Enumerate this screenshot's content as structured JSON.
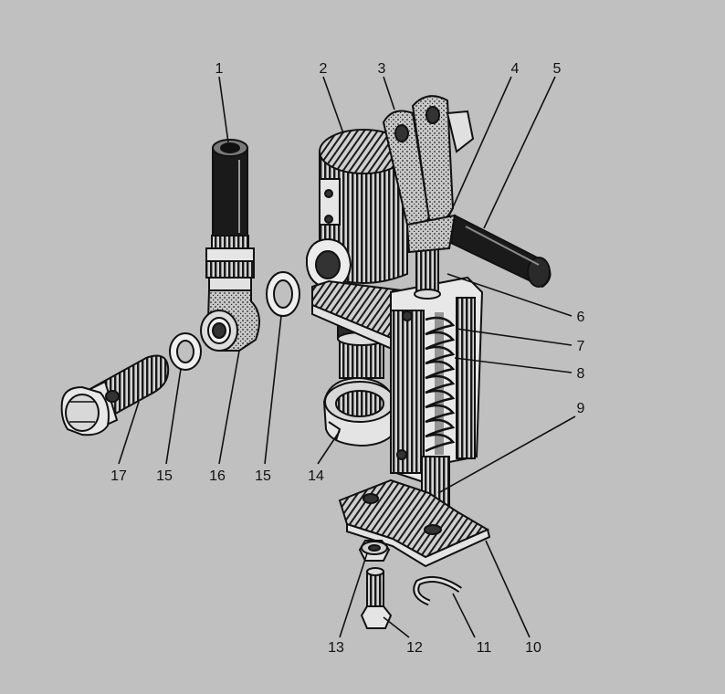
{
  "figure": {
    "background": "#c0c0c0",
    "ink": "#111111",
    "callouts": [
      "1",
      "2",
      "3",
      "4",
      "5",
      "6",
      "7",
      "8",
      "9",
      "10",
      "11",
      "12",
      "13",
      "14",
      "15",
      "15",
      "16",
      "17"
    ]
  }
}
